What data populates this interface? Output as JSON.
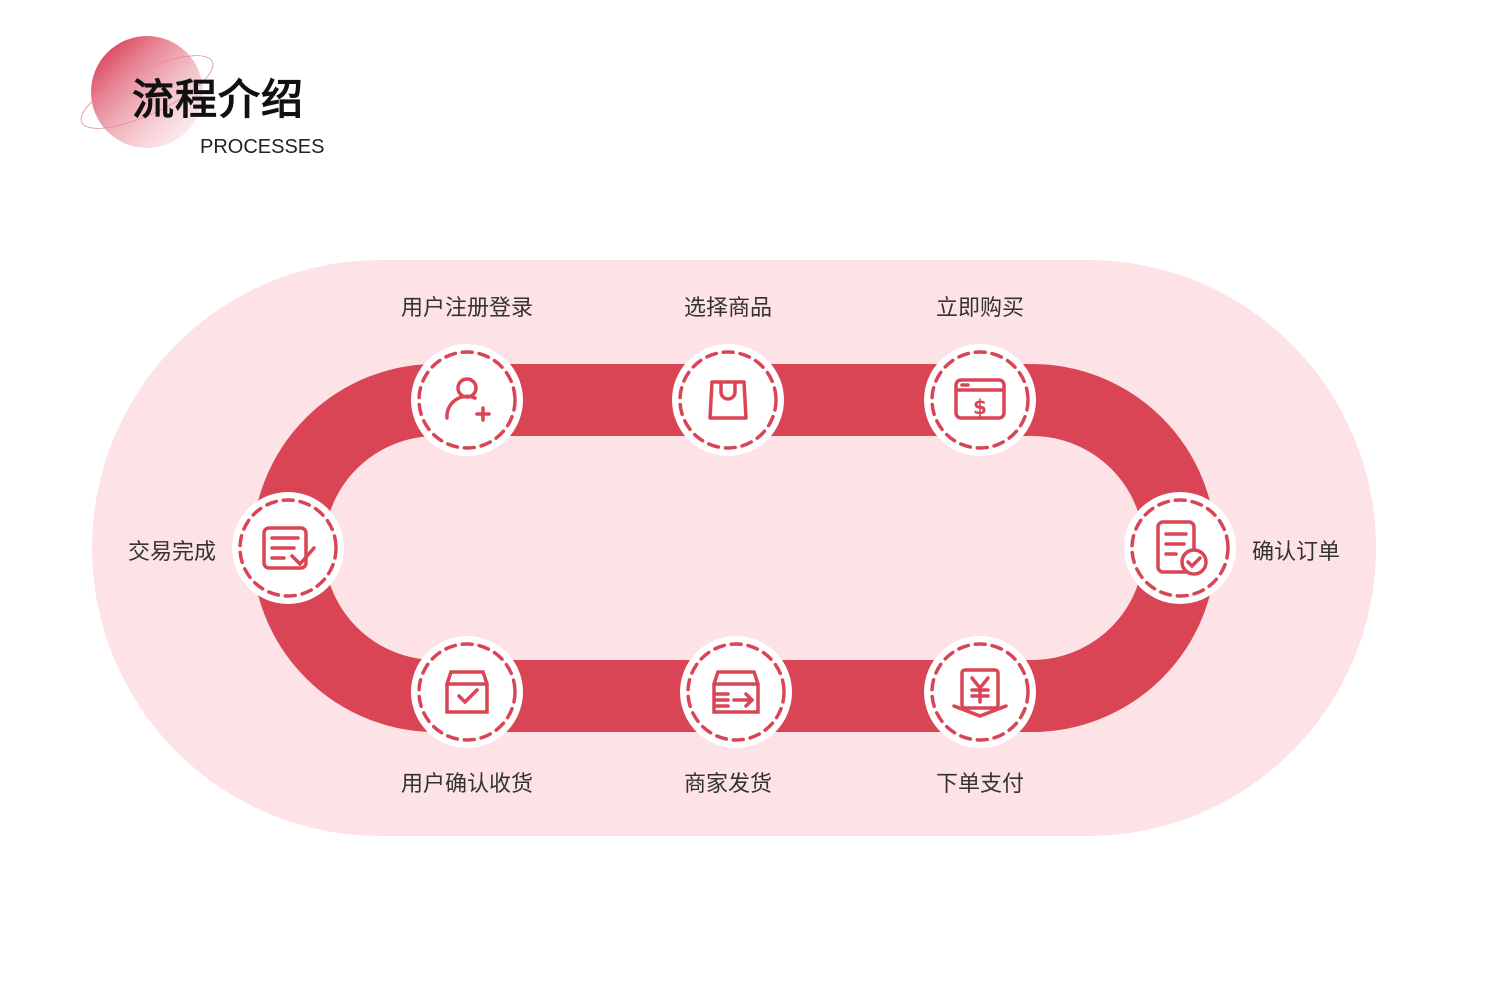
{
  "header": {
    "title": "流程介绍",
    "subtitle": "PROCESSES"
  },
  "colors": {
    "accent": "#d94555",
    "background_pill": "#fde2e6"
  },
  "steps": [
    {
      "label": "用户注册登录",
      "icon": "user-add-icon"
    },
    {
      "label": "选择商品",
      "icon": "shopping-bag-icon"
    },
    {
      "label": "立即购买",
      "icon": "payment-window-icon"
    },
    {
      "label": "确认订单",
      "icon": "order-check-icon"
    },
    {
      "label": "下单支付",
      "icon": "yuan-payment-icon"
    },
    {
      "label": "商家发货",
      "icon": "shipping-box-icon"
    },
    {
      "label": "用户确认收货",
      "icon": "receive-box-icon"
    },
    {
      "label": "交易完成",
      "icon": "transaction-complete-icon"
    }
  ]
}
